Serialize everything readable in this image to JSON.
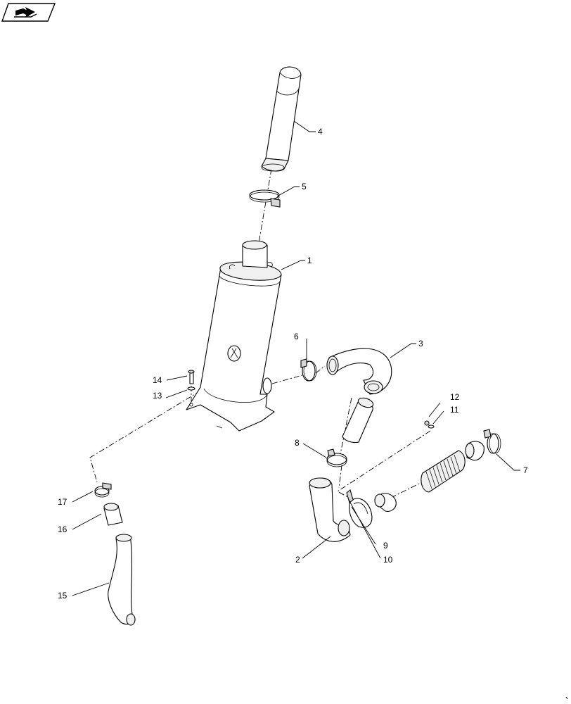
{
  "nav_icon": {
    "name": "book-open-arrow-icon"
  },
  "callouts": [
    {
      "id": "1",
      "label": "1",
      "part": "muffler"
    },
    {
      "id": "2",
      "label": "2",
      "part": "lower-elbow-pipe"
    },
    {
      "id": "3",
      "label": "3",
      "part": "upper-elbow-pipe"
    },
    {
      "id": "4",
      "label": "4",
      "part": "exhaust-stack"
    },
    {
      "id": "5",
      "label": "5",
      "part": "stack-clamp"
    },
    {
      "id": "6",
      "label": "6",
      "part": "inlet-clamp"
    },
    {
      "id": "7",
      "label": "7",
      "part": "bellows-clamp"
    },
    {
      "id": "8",
      "label": "8",
      "part": "elbow-clamp"
    },
    {
      "id": "9",
      "label": "9",
      "part": "gasket"
    },
    {
      "id": "10",
      "label": "10",
      "part": "flange-bracket"
    },
    {
      "id": "11",
      "label": "11",
      "part": "washer"
    },
    {
      "id": "12",
      "label": "12",
      "part": "nut"
    },
    {
      "id": "13",
      "label": "13",
      "part": "washer"
    },
    {
      "id": "14",
      "label": "14",
      "part": "bolt"
    },
    {
      "id": "15",
      "label": "15",
      "part": "drain-hose"
    },
    {
      "id": "16",
      "label": "16",
      "part": "hose-sleeve"
    },
    {
      "id": "17",
      "label": "17",
      "part": "hose-clamp"
    }
  ]
}
